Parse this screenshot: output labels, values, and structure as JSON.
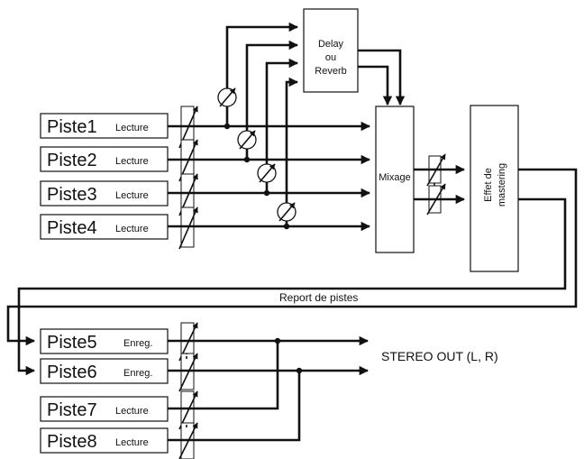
{
  "tracks": [
    {
      "name": "Piste1",
      "mode": "Lecture"
    },
    {
      "name": "Piste2",
      "mode": "Lecture"
    },
    {
      "name": "Piste3",
      "mode": "Lecture"
    },
    {
      "name": "Piste4",
      "mode": "Lecture"
    },
    {
      "name": "Piste5",
      "mode": "Enreg."
    },
    {
      "name": "Piste6",
      "mode": "Enreg."
    },
    {
      "name": "Piste7",
      "mode": "Lecture"
    },
    {
      "name": "Piste8",
      "mode": "Lecture"
    }
  ],
  "effect": {
    "line1": "Delay",
    "line2": "ou",
    "line3": "Reverb"
  },
  "mixer": {
    "label": "Mixage"
  },
  "mastering": {
    "line1": "Effet de",
    "line2": "mastering"
  },
  "bounce": {
    "label": "Report de pistes"
  },
  "output": {
    "label": "STEREO OUT (L, R)"
  }
}
